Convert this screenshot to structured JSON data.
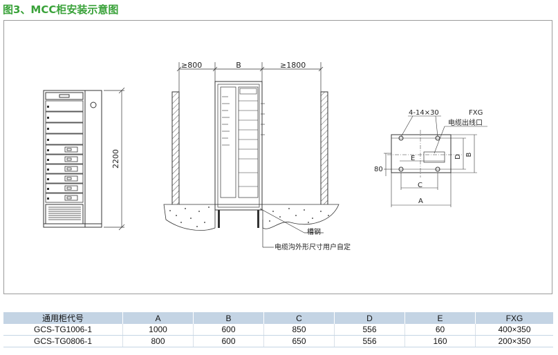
{
  "title": "图3、MCC柜安装示意图",
  "diagram": {
    "dim_height": "2200",
    "dim_left_clearance": "≥800",
    "dim_width": "B",
    "dim_right_clearance": "≥1800",
    "label_channel_steel": "槽钢",
    "label_cable_trench": "电缆沟外形尺寸用户自定",
    "label_holes": "4-14×30",
    "label_fxg": "FXG",
    "label_cable_outlet": "电缆出线口",
    "label_a": "A",
    "label_c": "C",
    "label_d": "D",
    "label_e": "E",
    "label_b": "B",
    "label_80": "80"
  },
  "table": {
    "headers": [
      "通用柜代号",
      "A",
      "B",
      "C",
      "D",
      "E",
      "FXG"
    ],
    "rows": [
      [
        "GCS-TG1006-1",
        "1000",
        "600",
        "850",
        "556",
        "60",
        "400×350"
      ],
      [
        "GCS-TG0806-1",
        "800",
        "600",
        "650",
        "556",
        "160",
        "200×350"
      ]
    ]
  }
}
